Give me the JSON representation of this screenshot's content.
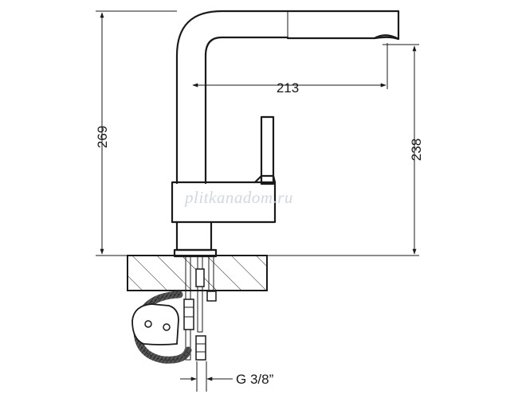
{
  "dimensions": {
    "total_height": "269",
    "spout_reach": "213",
    "spout_height": "238",
    "thread": "G 3/8”"
  },
  "watermark": "plitkanadom.ru",
  "colors": {
    "line": "#1a1a1a",
    "watermark": "#c9d2da",
    "background": "#ffffff"
  }
}
